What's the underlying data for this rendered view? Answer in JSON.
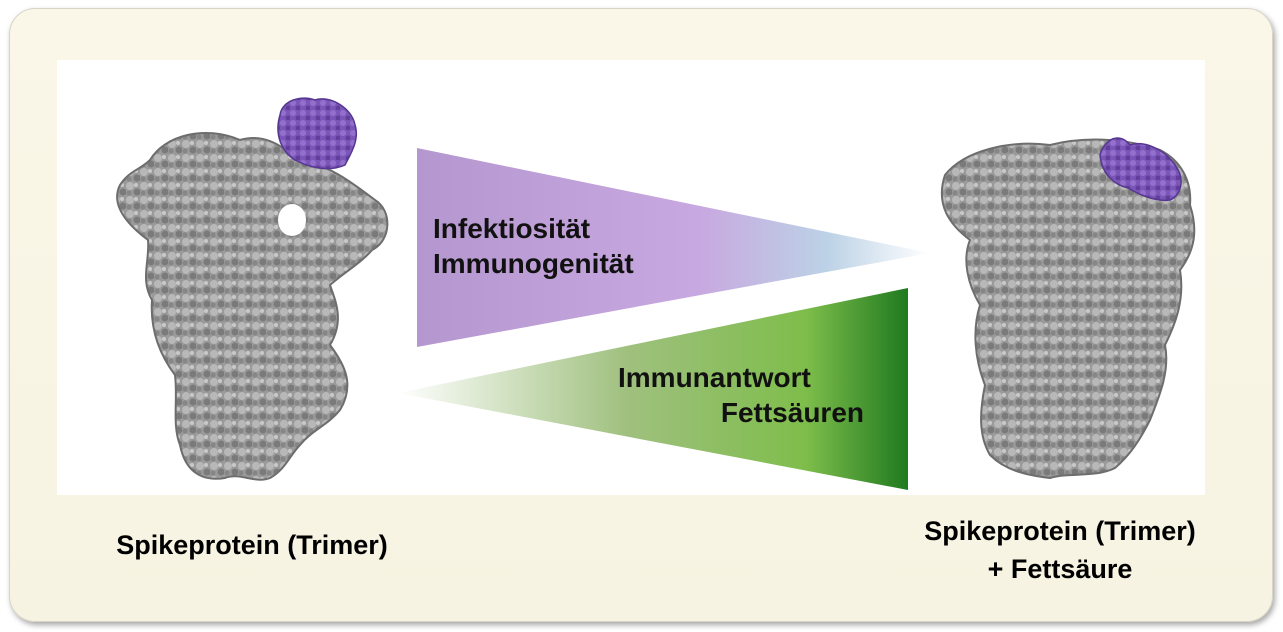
{
  "wedges": {
    "top": {
      "line1": "Infektiosität",
      "line2": "Immunogenität",
      "colors": [
        "#b597d0",
        "#c8a8e0",
        "#bcd2e6",
        "#ffffff"
      ]
    },
    "bottom": {
      "line1": "Immunantwort",
      "line2": "Fettsäuren",
      "colors": [
        "#ffffff",
        "#9fc07e",
        "#7ebd4b",
        "#1f7a1f"
      ]
    }
  },
  "captions": {
    "left": "Spikeprotein (Trimer)",
    "right_line1": "Spikeprotein (Trimer)",
    "right_line2": "+ Fettsäure"
  },
  "colors": {
    "protein_gray": "#8c8c8c",
    "binding_purple": "#7b55b8",
    "frame_bg": "#f9f5e6"
  }
}
